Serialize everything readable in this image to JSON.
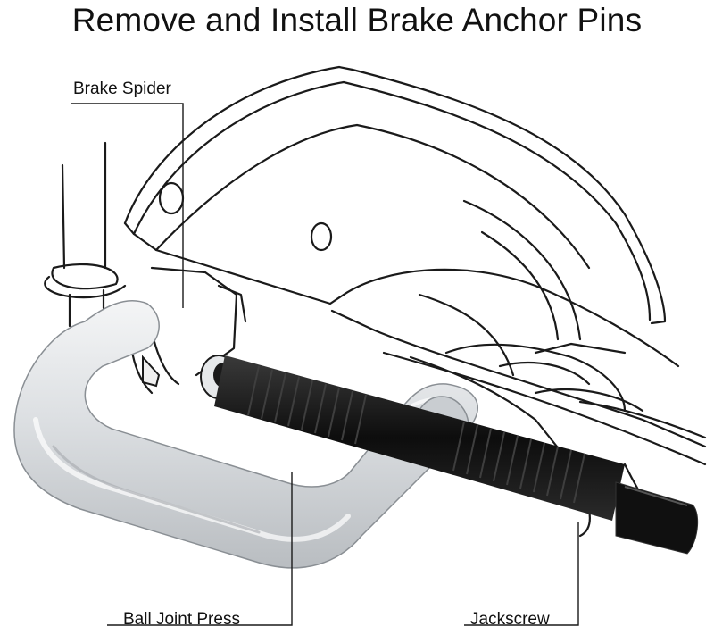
{
  "title": "Remove and Install Brake Anchor Pins",
  "labels": {
    "brake_spider": "Brake Spider",
    "ball_joint_press": "Ball Joint Press",
    "jackscrew": "Jackscrew"
  },
  "colors": {
    "outline": "#1a1a1a",
    "press_body": "#d9dcdf",
    "press_highlight": "#f2f3f4",
    "press_shadow": "#b4b8bc",
    "screw": "#121212"
  }
}
